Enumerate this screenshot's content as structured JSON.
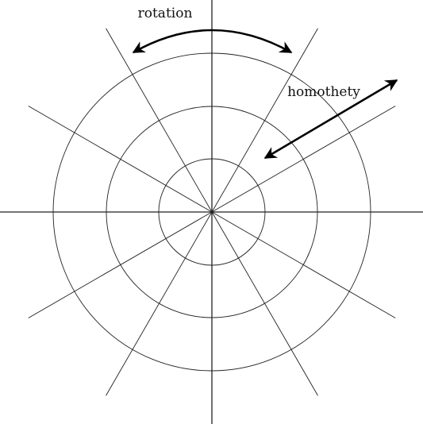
{
  "diagram": {
    "labels": {
      "rotation": "rotation",
      "homothety": "homothety"
    },
    "circle_count": 3,
    "ray_count": 12,
    "colors": {
      "stroke": "#222222",
      "background": "#ffffff"
    }
  }
}
